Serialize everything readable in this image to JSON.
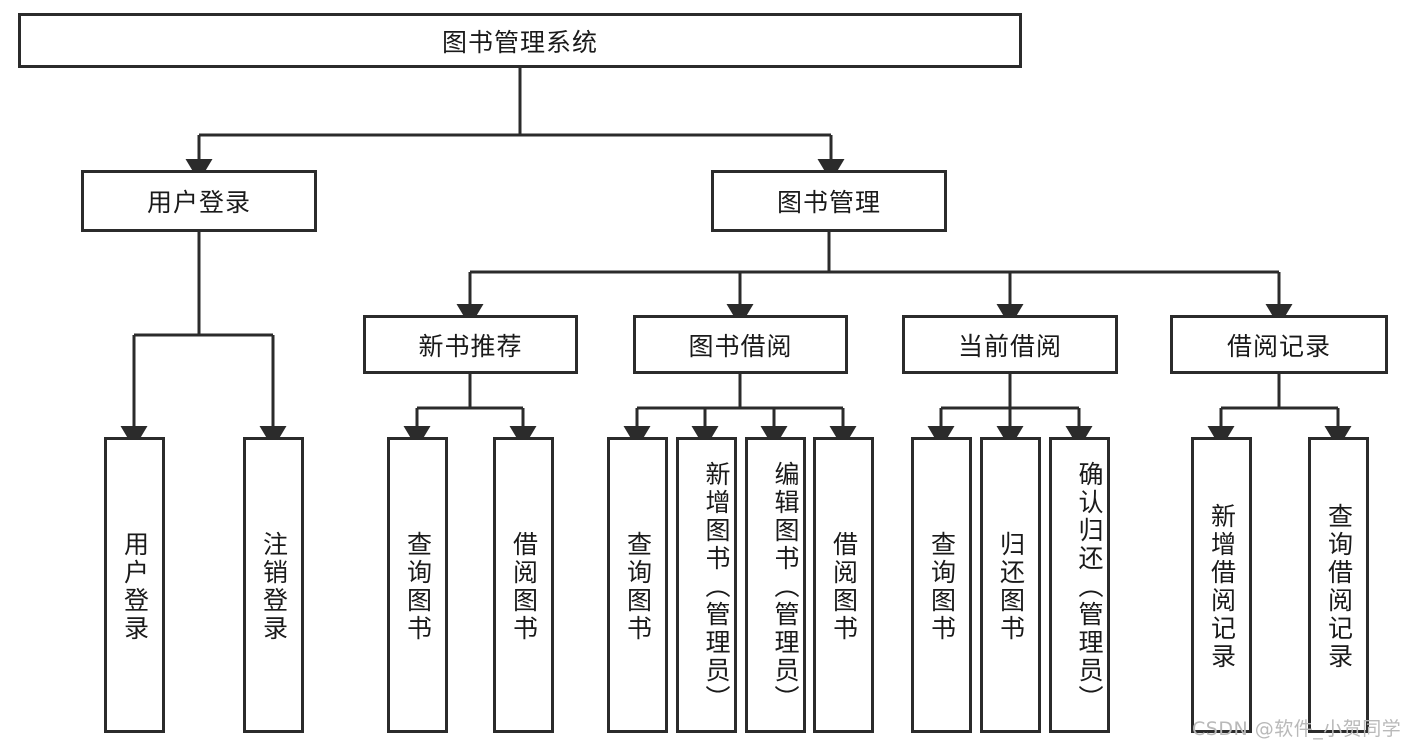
{
  "diagram": {
    "title": "图书管理系统",
    "type": "hierarchy-tree",
    "root": {
      "label": "图书管理系统"
    },
    "level2": [
      {
        "label": "用户登录"
      },
      {
        "label": "图书管理"
      }
    ],
    "level3": [
      {
        "label": "新书推荐"
      },
      {
        "label": "图书借阅"
      },
      {
        "label": "当前借阅"
      },
      {
        "label": "借阅记录"
      }
    ],
    "leaves": {
      "user_login": [
        {
          "label": "用户登录"
        },
        {
          "label": "注销登录"
        }
      ],
      "new_book_recommend": [
        {
          "label": "查询图书"
        },
        {
          "label": "借阅图书"
        }
      ],
      "book_borrow": [
        {
          "label": "查询图书"
        },
        {
          "label": "新增图书（管理员）"
        },
        {
          "label": "编辑图书（管理员）"
        },
        {
          "label": "借阅图书"
        }
      ],
      "current_borrow": [
        {
          "label": "查询图书"
        },
        {
          "label": "归还图书"
        },
        {
          "label": "确认归还（管理员）"
        }
      ],
      "borrow_record": [
        {
          "label": "新增借阅记录"
        },
        {
          "label": "查询借阅记录"
        }
      ]
    },
    "watermark": "CSDN @软件_小贺同学",
    "colors": {
      "border": "#2b2b2b",
      "background": "#ffffff",
      "text": "#1a1a1a",
      "watermark": "#b9b9b9"
    }
  }
}
